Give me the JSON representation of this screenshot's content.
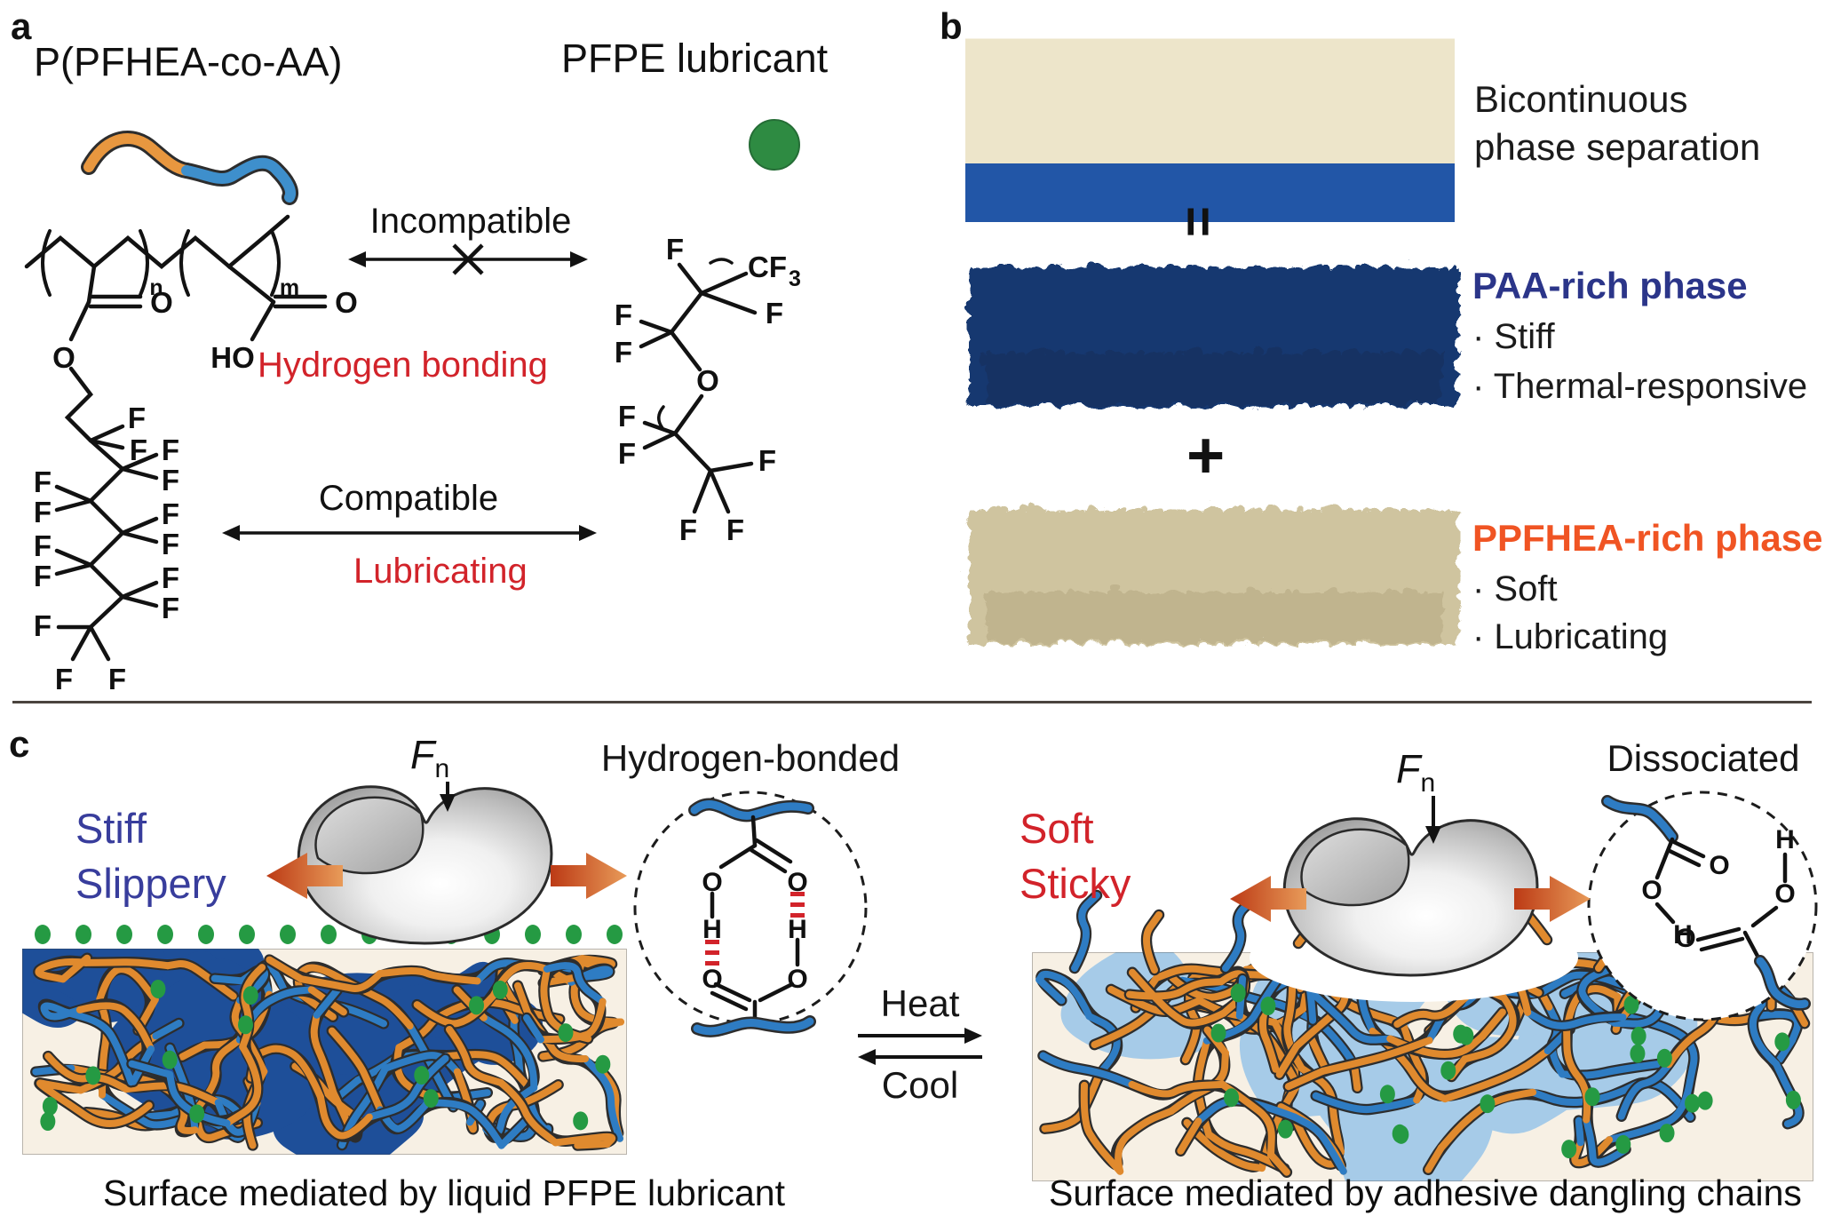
{
  "panel_a": {
    "label": "a",
    "polymer_title": "P(PFHEA-co-AA)",
    "lubricant_title": "PFPE lubricant",
    "incompatible": "Incompatible",
    "hydrogen_bonding": "Hydrogen bonding",
    "compatible": "Compatible",
    "lubricating": "Lubricating"
  },
  "panel_b": {
    "label": "b",
    "caption_line1": "Bicontinuous",
    "caption_line2": "phase separation",
    "equals_sign": "=",
    "plus_sign": "+",
    "paa": {
      "title": "PAA-rich phase",
      "bullet1": "· Stiff",
      "bullet2": "· Thermal-responsive"
    },
    "ppfhea": {
      "title": "PPFHEA-rich phase",
      "bullet1": "· Soft",
      "bullet2": "· Lubricating"
    }
  },
  "panel_c": {
    "label": "c",
    "heat": "Heat",
    "cool": "Cool",
    "force_symbol": "F",
    "force_subscript": "n",
    "left": {
      "state_line1": "Stiff",
      "state_line2": "Slippery",
      "inset_title": "Hydrogen-bonded",
      "caption": "Surface mediated by liquid PFPE lubricant"
    },
    "right": {
      "state_line1": "Soft",
      "state_line2": "Sticky",
      "inset_title": "Dissociated",
      "caption": "Surface mediated by adhesive dangling chains"
    }
  },
  "atoms": {
    "F": "F",
    "O": "O",
    "HO": "HO",
    "H": "H",
    "CF": "CF",
    "three": "3",
    "n": "n",
    "m": "m"
  },
  "colors": {
    "chain_orange": "#E08A2E",
    "chain_blue": "#2E7CC3",
    "chain_outline": "#2d2d2d",
    "paa_dark_blue": "#1E4F99",
    "soft_light_blue": "#A6CBE8",
    "cream": "#F7F0E4",
    "lubricant_green": "#259A43",
    "red_label": "#D2232A",
    "navy_label": "#383D9C",
    "orange_label": "#F05423",
    "slab_blue": "#2356A7",
    "slab_cream": "#EAE2C8"
  }
}
